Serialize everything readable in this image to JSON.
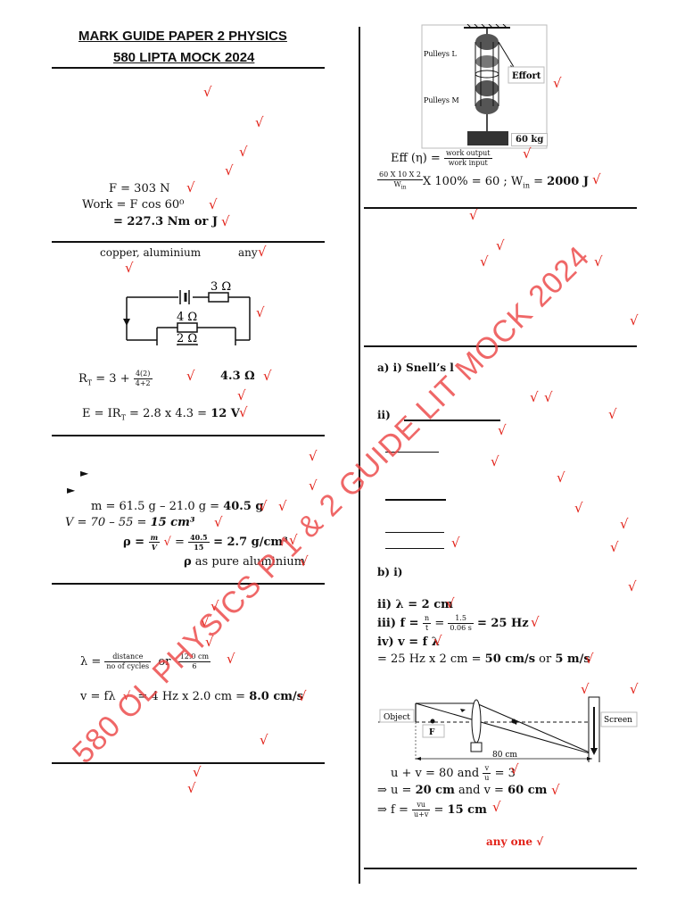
{
  "header": {
    "title_line1": "MARK GUIDE PAPER 2 PHYSICS",
    "title_line2": "580 LIPTA MOCK 2024"
  },
  "tick": "√",
  "watermark": "580 OL PHYSICS  P 1 & 2 GUIDE LIT MOCK 2024",
  "left": {
    "q1": {
      "force": "F = 303 N",
      "work_formula": "Work = F cos 60⁰",
      "work_result": "= 227.3 Nm or J"
    },
    "q2": {
      "materials": "copper,  aluminium",
      "any": "any",
      "circuit_labels": [
        "3 Ω",
        "4 Ω",
        "2 Ω"
      ],
      "rt_lhs": "R",
      "rt_sub": "T",
      "rt_eq": " = 3 + ",
      "rt_num": "4(2)",
      "rt_den": "4+2",
      "rt_result": "4.3 Ω",
      "emf_text": "E = IR",
      "emf_sub": "T",
      "emf_rest": " = 2.8 x 4.3 = ",
      "emf_result": "12 V"
    },
    "q3": {
      "bullet": "►",
      "mass_text": "m = 61.5 g – 21.0 g = ",
      "mass_result": "40.5 g",
      "vol_text": "V = 70 – 55 = ",
      "vol_result": "15 cm³",
      "rho_label": "ρ = ",
      "rho_num": "m",
      "rho_den": "V",
      "rho_num2": "40.5",
      "rho_den2": "15",
      "rho_eq": " = ",
      "rho_result": "= 2.7 g/cm³",
      "conclusion_sym": "ρ",
      "conclusion_text": " as pure aluminium"
    },
    "q4": {
      "lambda_label": "λ = ",
      "lambda_num": "distance",
      "lambda_den": "no of cycles",
      "or": "or",
      "lambda_num2": "12.0 cm",
      "lambda_den2": "6",
      "v_text": "v = fλ",
      "v_rest": "= 4 Hz x 2.0 cm = ",
      "v_result": "8.0 cm/s"
    }
  },
  "right": {
    "pulley": {
      "label_l": "Pulleys L",
      "label_m": "Pulleys M",
      "effort": "Effort",
      "load": "60 kg"
    },
    "eff": {
      "label": "Eff (η) = ",
      "num": "work output",
      "den": "work input",
      "num2": "60 X 10 X 2",
      "den2": "W",
      "den2_sub": "in",
      "rest": "X 100% = 60 ;  W",
      "rest_sub": "in",
      "eq": " = ",
      "result": "2000 J"
    },
    "q6": {
      "a_i": "a) i) Snell’s l",
      "a_ii": "ii)",
      "b_i": "b) i)",
      "lambda_line_prefix": "ii) λ = ",
      "lambda_val": "2 cm",
      "freq_prefix": "iii) f = ",
      "freq_num": "n",
      "freq_den": "t",
      "freq_num2": "1.5",
      "freq_den2": "0.06 s",
      "freq_eq": " = ",
      "freq_result": "= 25 Hz",
      "speed_formula": "iv) v = f λ",
      "speed_calc": "= 25 Hz x 2 cm = ",
      "speed_result": "50 cm/s",
      "speed_or": " or ",
      "speed_result2": "5 m/s"
    },
    "lens": {
      "object": "Object",
      "focus": "F",
      "screen": "Screen",
      "distance": "80 cm",
      "eq1_text": "u + v = 80 and ",
      "eq1_num": "v",
      "eq1_den": "u",
      "eq1_rest": " = 3",
      "eq2_text": "⇒ u = ",
      "eq2_u": "20 cm",
      "eq2_and": " and v = ",
      "eq2_v": "60 cm",
      "eq3_text": "⇒ f = ",
      "eq3_num": "vu",
      "eq3_den": "u+v",
      "eq3_eq": " = ",
      "eq3_result": "15 cm",
      "any_one": "any one √"
    }
  }
}
